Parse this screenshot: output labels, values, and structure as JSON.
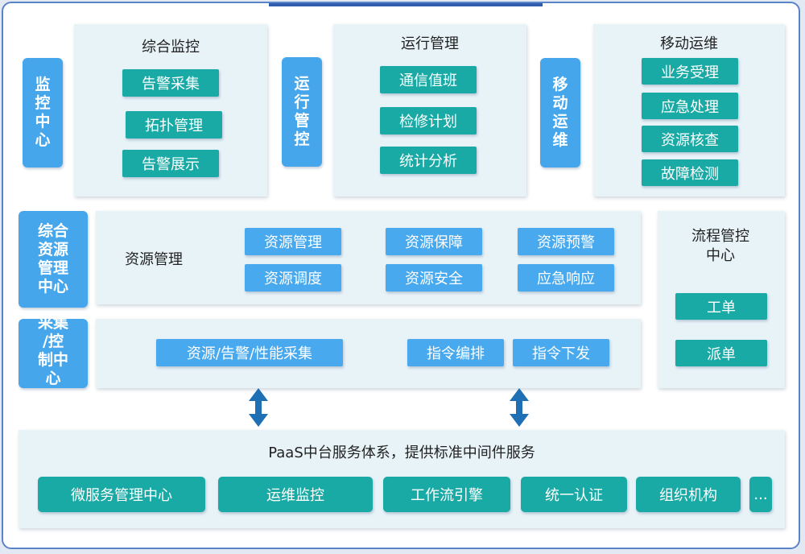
{
  "colors": {
    "teal": "#1aaaa6",
    "blue": "#48a9ee",
    "panel_bg": "#e8f3f8",
    "frame": "#5b83c8",
    "arrow": "#1f6fb5"
  },
  "side_labels": {
    "monitor_center": [
      "监",
      "控",
      "中",
      "心"
    ],
    "operation_control": [
      "运",
      "行",
      "管",
      "控"
    ],
    "mobile_ops": [
      "移",
      "动",
      "运",
      "维"
    ],
    "resource_center": [
      "综合",
      "资源",
      "管理",
      "中心"
    ],
    "collect_center": [
      "采集",
      "/控",
      "制中",
      "心"
    ]
  },
  "panels": {
    "integrated_monitoring": {
      "title": "综合监控",
      "items": [
        "告警采集",
        "拓扑管理",
        "告警展示"
      ]
    },
    "operation_management": {
      "title": "运行管理",
      "items": [
        "通信值班",
        "检修计划",
        "统计分析"
      ]
    },
    "mobile_ops": {
      "title": "移动运维",
      "items": [
        "业务受理",
        "应急处理",
        "资源核查",
        "故障检测"
      ]
    },
    "resource_management": {
      "title": "资源管理",
      "items": [
        "资源管理",
        "资源保障",
        "资源预警",
        "资源调度",
        "资源安全",
        "应急响应"
      ]
    },
    "collection": {
      "items": [
        "资源/告警/性能采集",
        "指令编排",
        "指令下发"
      ]
    },
    "process_control": {
      "title": "流程管控中心",
      "items": [
        "工单",
        "派单"
      ]
    },
    "paas": {
      "title": "PaaS中台服务体系，提供标准中间件服务",
      "items": [
        "微服务管理中心",
        "运维监控",
        "工作流引擎",
        "统一认证",
        "组织机构",
        "..."
      ]
    }
  }
}
